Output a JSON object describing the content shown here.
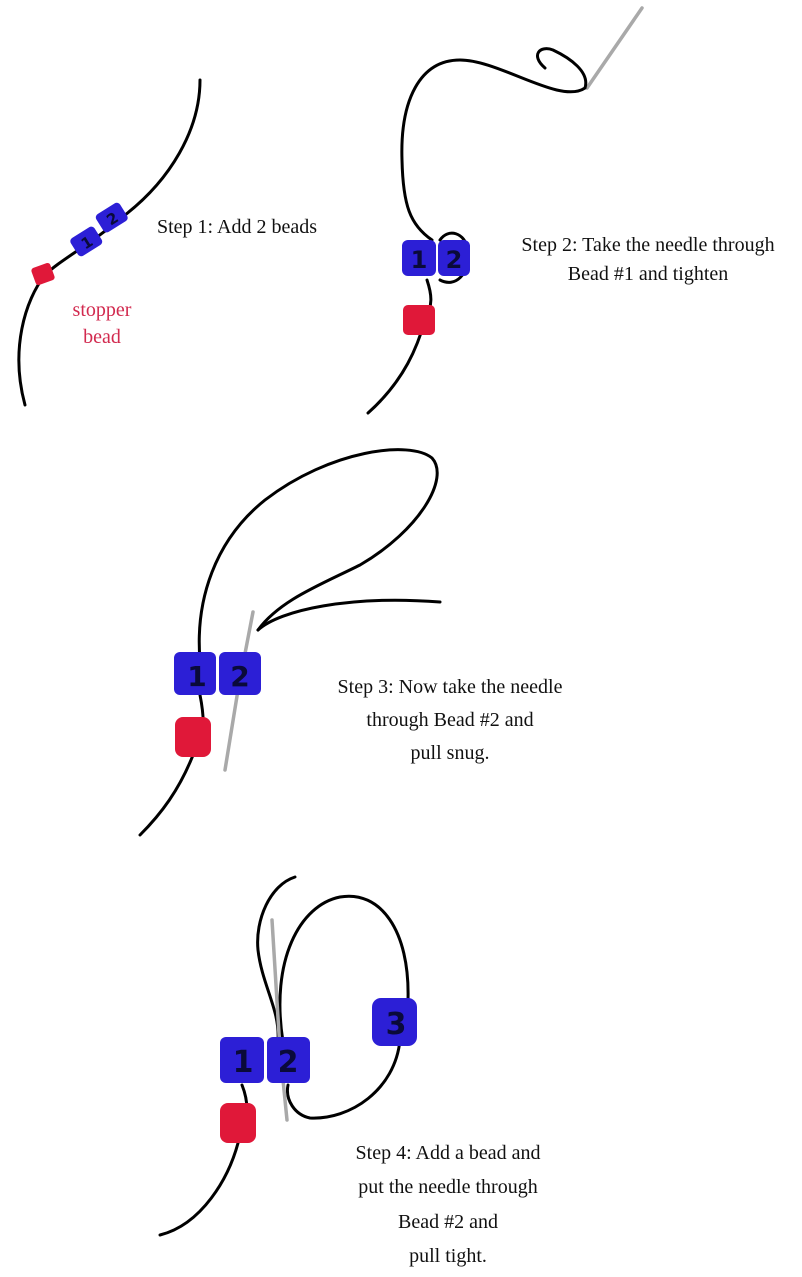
{
  "colors": {
    "bead_blue": "#2c1fd6",
    "stopper_red": "#e01839",
    "label_red": "#d22a4f",
    "thread": "#000000",
    "needle": "#a9a9a9"
  },
  "step1": {
    "caption": "Step 1: Add 2 beads",
    "stopper_label_line1": "stopper",
    "stopper_label_line2": "bead",
    "bead1": "1",
    "bead2": "2"
  },
  "step2": {
    "caption_line1": "Step 2: Take the needle through",
    "caption_line2": "Bead #1 and tighten",
    "bead1": "1",
    "bead2": "2"
  },
  "step3": {
    "caption_line1": "Step 3: Now take the needle",
    "caption_line2": "through Bead #2 and",
    "caption_line3": "pull snug.",
    "bead1": "1",
    "bead2": "2"
  },
  "step4": {
    "caption_line1": "Step 4: Add a bead and",
    "caption_line2": "put the needle through",
    "caption_line3": "Bead #2 and",
    "caption_line4": "pull tight.",
    "bead1": "1",
    "bead2": "2",
    "bead3": "3"
  }
}
